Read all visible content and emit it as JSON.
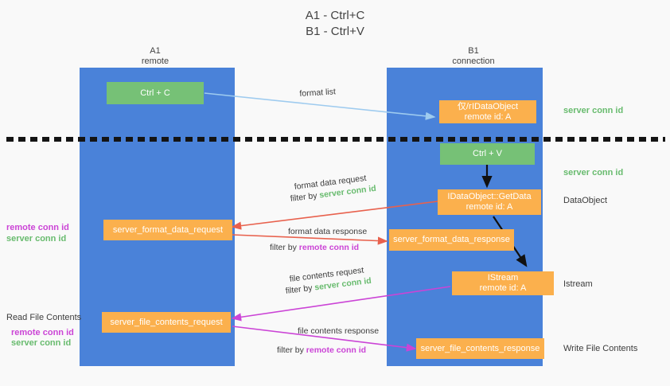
{
  "title": {
    "line1": "A1 - Ctrl+C",
    "line2": "B1 - Ctrl+V"
  },
  "columns": [
    {
      "name": "A1",
      "sub": "remote"
    },
    {
      "name": "B1",
      "sub": "connection"
    }
  ],
  "boxes": {
    "a1_ctrl_c": "Ctrl + C",
    "b1_ole_dataobject": "仅/гIDataObject\nremote id: A",
    "b1_ctrl_v": "Ctrl + V",
    "b1_getdata": "IDataObject::GetData\nremote id: A",
    "a1_format_data_request": "server_format_data_request",
    "b1_format_data_response": "server_format_data_response",
    "b1_istream": "IStream\nremote id: A",
    "a1_file_contents_request": "server_file_contents_request",
    "b1_file_contents_response": "server_file_contents_response"
  },
  "right_labels": {
    "server_conn_id_top": "server conn id",
    "server_conn_id_mid": "server conn id",
    "dataobject": "DataObject",
    "istream": "Istream",
    "write_file_contents": "Write File Contents"
  },
  "left_labels": {
    "format_remote_conn_id": "remote conn id",
    "format_server_conn_id": "server conn id",
    "read_file_contents": "Read File Contents",
    "file_remote_conn_id": "remote conn id",
    "file_server_conn_id": "server conn id"
  },
  "arrow_labels": {
    "format_list": "format list",
    "format_data_request": "format data request",
    "format_data_request_filter_prefix": "filter by ",
    "format_data_request_filter_value": "server conn id",
    "format_data_response": "format data response",
    "format_data_response_filter_prefix": "filter by ",
    "format_data_response_filter_value": "remote conn id",
    "file_contents_request": "file contents request",
    "file_contents_request_filter_prefix": "filter by ",
    "file_contents_request_filter_value": "server conn id",
    "file_contents_response": "file contents response",
    "file_contents_response_filter_prefix": "filter by ",
    "file_contents_response_filter_value": "remote conn id"
  },
  "colors": {
    "lane": "#4a82d9",
    "green_box": "#76c176",
    "orange_box": "#fbb04d",
    "green_text": "#68bb6e",
    "magenta_text": "#cb44d6",
    "arrow_light_blue": "#9ecbef",
    "arrow_red": "#e8614d",
    "arrow_magenta": "#cb44d6",
    "arrow_black": "#111111",
    "background": "#f9f9f9"
  }
}
